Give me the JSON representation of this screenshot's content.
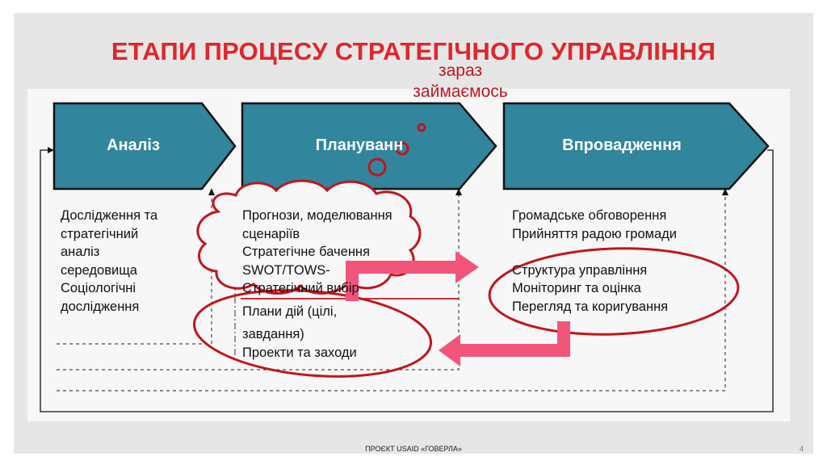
{
  "title": "ЕТАПИ ПРОЦЕСУ СТРАТЕГІЧНОГО УПРАВЛІННЯ",
  "annotation": {
    "line1": "зараз",
    "line2": "займаємось"
  },
  "stages": [
    {
      "label": "Аналіз"
    },
    {
      "label": "Плануванн"
    },
    {
      "label": "Впровадження"
    }
  ],
  "columns": {
    "analysis": [
      "Дослідження та",
      "стратегічний",
      "аналіз",
      "середовища",
      "Соціологічні",
      "дослідження"
    ],
    "planning": [
      "Прогнози, моделювання",
      "сценаріїв",
      "Стратегічне бачення",
      "SWOT/TOWS-",
      "Стратегічний вибір",
      "Плани дій (цілі,",
      "завдання)",
      "Проекти та заходи"
    ],
    "implementation": [
      "Громадське обговорення",
      "Прийняття радою громади",
      "",
      "Структура управління",
      "Моніторинг та оцінка",
      "Перегляд та коригування"
    ]
  },
  "footer": "ПРОЄКТ USAID «ГОВЕРЛА»",
  "page_number": "4",
  "colors": {
    "title": "#e0262b",
    "chevron": "#31859c",
    "annotation": "#c0161c",
    "arrow": "#f2557a"
  }
}
